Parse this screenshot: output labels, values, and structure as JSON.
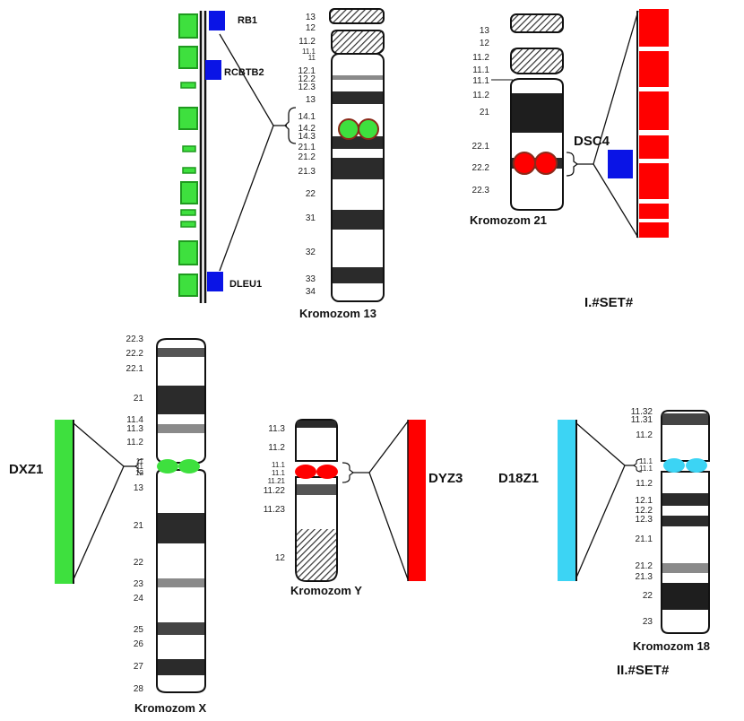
{
  "colors": {
    "green": "#3ee03e",
    "dark_green": "#1f9a1f",
    "blue": "#0a14e6",
    "red": "#ff0000",
    "cyan": "#3cd4f4",
    "dark_band": "#2b2b2b",
    "grey_band": "#8a8a8a"
  },
  "chr13": {
    "caption": "Kromozom 13",
    "bands": [
      "13",
      "12",
      "11.2",
      "11.1",
      "11",
      "12.1",
      "12.2",
      "12.3",
      "13",
      "14.1",
      "14.2",
      "14.3",
      "21.1",
      "21.2",
      "21.3",
      "22",
      "31",
      "32",
      "33",
      "34"
    ],
    "genes": [
      "RB1",
      "RCBTB2",
      "DLEU1"
    ]
  },
  "chr21": {
    "caption": "Kromozom 21",
    "bands": [
      "13",
      "12",
      "11.2",
      "11.1",
      "11.1",
      "11.2",
      "21",
      "22.1",
      "22.2",
      "22.3"
    ],
    "probe": "DSC4"
  },
  "set1": "I.#SET#",
  "chrX": {
    "caption": "Kromozom X",
    "bands": [
      "22.3",
      "22.2",
      "22.1",
      "21",
      "11.4",
      "11.3",
      "11.2",
      "11",
      "11",
      "12",
      "13",
      "21",
      "22",
      "23",
      "24",
      "25",
      "26",
      "27",
      "28"
    ],
    "probe": "DXZ1"
  },
  "chrY": {
    "caption": "Kromozom Y",
    "bands": [
      "11.3",
      "11.2",
      "11.1",
      "11.1",
      "11.21",
      "11.22",
      "11.23",
      "12"
    ],
    "probe": "DYZ3"
  },
  "chr18": {
    "caption": "Kromozom 18",
    "bands": [
      "11.32",
      "11.31",
      "11.2",
      "11.1",
      "11.1",
      "11.2",
      "12.1",
      "12.2",
      "12.3",
      "21.1",
      "21.2",
      "21.3",
      "22",
      "23"
    ],
    "probe": "D18Z1"
  },
  "set2": "II.#SET#"
}
